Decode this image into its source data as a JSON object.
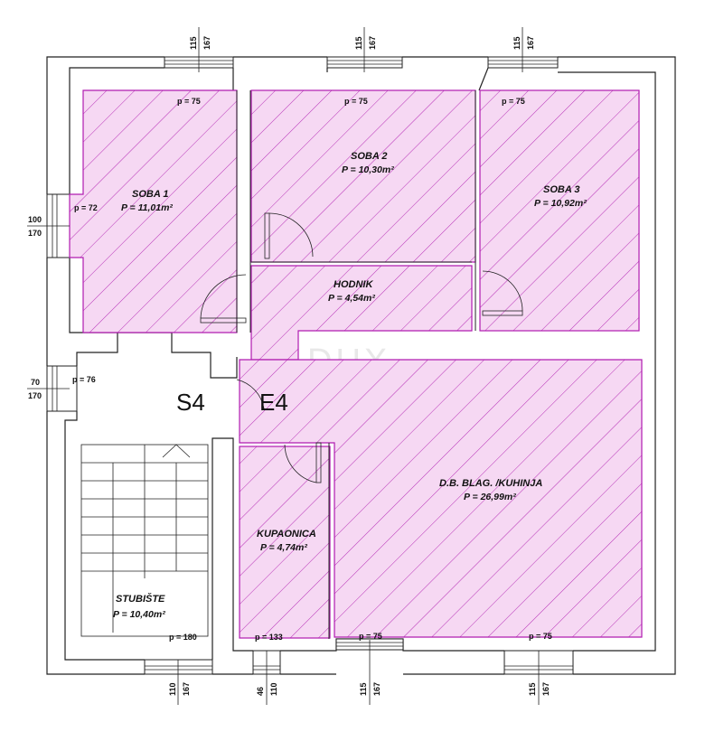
{
  "colors": {
    "room_fill": "#f6d8f3",
    "room_stroke": "#b01cb0",
    "wall": "#222222",
    "hatch": "#b01cb0"
  },
  "labels": {
    "s4": "S4",
    "e4": "E4",
    "watermark": "DUX"
  },
  "rooms": {
    "soba1": {
      "name": "SOBA 1",
      "area": "P = 11,01m²"
    },
    "soba2": {
      "name": "SOBA 2",
      "area": "P = 10,30m²"
    },
    "soba3": {
      "name": "SOBA 3",
      "area": "P = 10,92m²"
    },
    "hodnik": {
      "name": "HODNIK",
      "area": "P = 4,54m²"
    },
    "dnevni": {
      "name": "D.B. BLAG. /KUHINJA",
      "area": "P = 26,99m²"
    },
    "kupaonica": {
      "name": "KUPAONICA",
      "area": "P = 4,74m²"
    },
    "stubiste": {
      "name": "STUBIŠTE",
      "area": "P = 10,40m²"
    }
  },
  "parapets": {
    "top1": "p = 75",
    "top2": "p = 75",
    "top3": "p = 75",
    "left1": "p = 72",
    "left2": "p = 76",
    "bottom1": "p = 180",
    "bottom2": "p = 133",
    "bottom3": "p = 75",
    "bottom4": "p = 75"
  },
  "window_dims": {
    "top1": [
      "115",
      "167"
    ],
    "top2": [
      "115",
      "167"
    ],
    "top3": [
      "115",
      "167"
    ],
    "left1": [
      "100",
      "170"
    ],
    "left2": [
      "70",
      "170"
    ],
    "bottom1": [
      "110",
      "167"
    ],
    "bottom2": [
      "46",
      "110"
    ],
    "bottom3": [
      "115",
      "167"
    ],
    "bottom4": [
      "115",
      "167"
    ]
  }
}
